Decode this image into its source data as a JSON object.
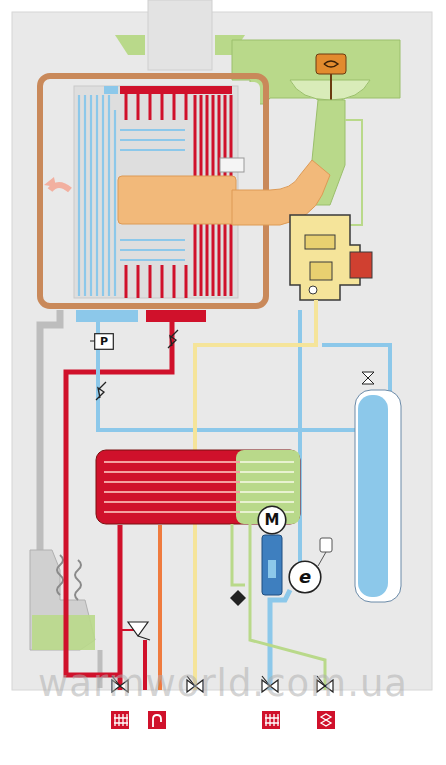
{
  "diagram": {
    "nodes": [
      {
        "text": [
          "P"
        ]
      },
      {
        "text": [
          "M"
        ]
      },
      {
        "text": [
          "e"
        ]
      }
    ],
    "labels": [
      "warmworld.com.ua"
    ]
  }
}
